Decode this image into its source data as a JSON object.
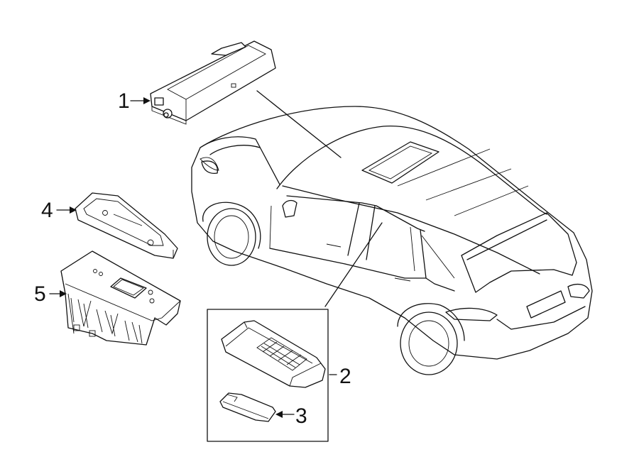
{
  "callouts": {
    "part1": "1",
    "part2": "2",
    "part3": "3",
    "part4": "4",
    "part5": "5"
  },
  "colors": {
    "line": "#111111",
    "background": "#ffffff"
  }
}
